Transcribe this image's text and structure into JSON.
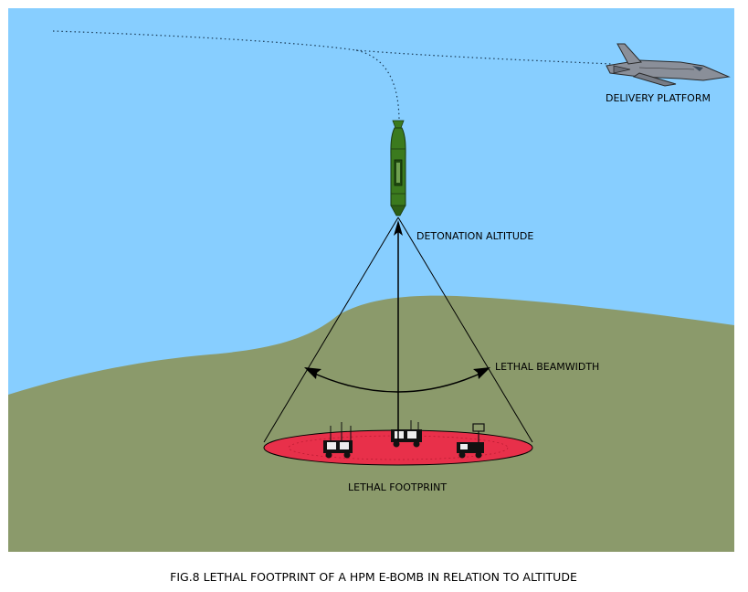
{
  "labels": {
    "delivery_platform": "DELIVERY PLATFORM",
    "detonation_altitude": "DETONATION ALTITUDE",
    "lethal_beamwidth": "LETHAL BEAMWIDTH",
    "lethal_footprint": "LETHAL FOOTPRINT"
  },
  "caption": "FIG.8 LETHAL FOOTPRINT OF A HPM E-BOMB IN RELATION TO ALTITUDE",
  "colors": {
    "sky": "#87ceff",
    "ground": "#8b9a6b",
    "footprint": "#e8304a",
    "bomb": "#3b7a1e",
    "aircraft": "#8a8f99"
  }
}
